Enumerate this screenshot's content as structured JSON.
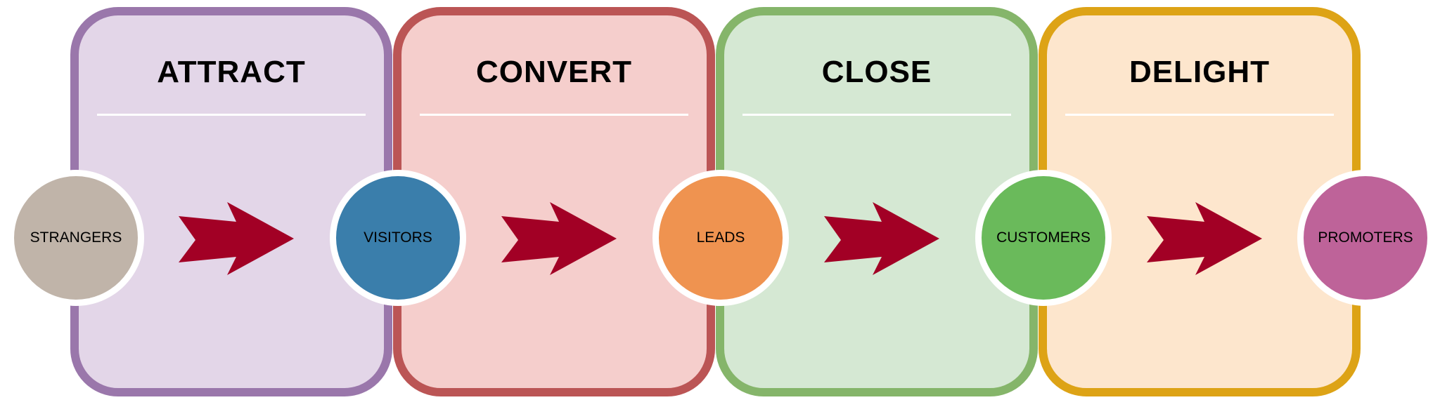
{
  "stages": [
    {
      "title": "ATTRACT",
      "fill": "#e3d6e8",
      "border": "#9a77ab"
    },
    {
      "title": "CONVERT",
      "fill": "#f5cecc",
      "border": "#bb5555"
    },
    {
      "title": "CLOSE",
      "fill": "#d5e8d3",
      "border": "#85b56a"
    },
    {
      "title": "DELIGHT",
      "fill": "#fde6cd",
      "border": "#dda316"
    }
  ],
  "nodes": [
    {
      "label": "STRANGERS",
      "color": "#c0b4a9"
    },
    {
      "label": "VISITORS",
      "color": "#3a7eab"
    },
    {
      "label": "LEADS",
      "color": "#ef9350"
    },
    {
      "label": "CUSTOMERS",
      "color": "#6aba5b"
    },
    {
      "label": "PROMOTERS",
      "color": "#be6399"
    }
  ],
  "arrow_color": "#a20025"
}
